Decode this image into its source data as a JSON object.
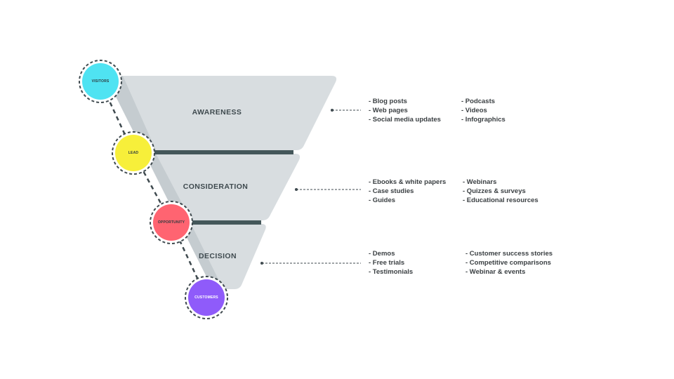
{
  "stages": [
    {
      "label": "AWARENESS",
      "col1": [
        "- Blog posts",
        "- Web pages",
        "- Social media updates"
      ],
      "col2": [
        "- Podcasts",
        "- Videos",
        "- Infographics"
      ]
    },
    {
      "label": "CONSIDERATION",
      "col1": [
        "- Ebooks & white papers",
        "- Case studies",
        "- Guides"
      ],
      "col2": [
        "- Webinars",
        "- Quizzes & surveys",
        "- Educational resources"
      ]
    },
    {
      "label": "DECISION",
      "col1": [
        "- Demos",
        "- Free trials",
        "- Testimonials"
      ],
      "col2": [
        "- Customer success stories",
        "- Competitive comparisons",
        "- Webinar & events"
      ]
    }
  ],
  "nodes": [
    {
      "label": "VISITORS",
      "color": "#4fe3f2"
    },
    {
      "label": "LEAD",
      "color": "#f7ef3a"
    },
    {
      "label": "OPPORTUNITY",
      "color": "#ff6471"
    },
    {
      "label": "CUSTOMERS",
      "color": "#8f5bfa"
    }
  ],
  "colors": {
    "funnel": "#d8dde0",
    "funnel_shadow": "#c5ccd0",
    "divider": "#44575a",
    "text": "#3f4a4f"
  }
}
